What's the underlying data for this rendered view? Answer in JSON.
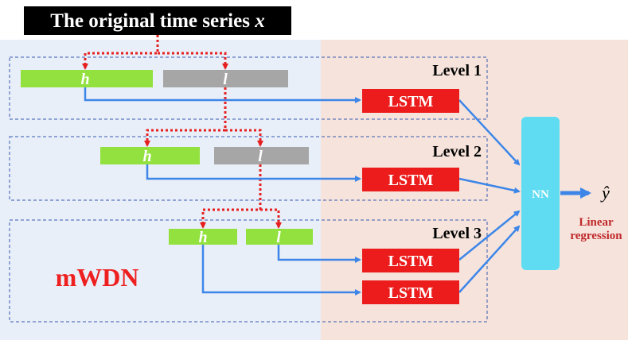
{
  "header": {
    "title_prefix": "The original time series ",
    "title_var": "x"
  },
  "levels": [
    {
      "label": "Level 1",
      "h": "h",
      "l": "l",
      "lstm": "LSTM"
    },
    {
      "label": "Level 2",
      "h": "h",
      "l": "l",
      "lstm": "LSTM"
    },
    {
      "label": "Level 3",
      "h": "h",
      "l": "l",
      "lstm_l": "LSTM",
      "lstm_h": "LSTM"
    }
  ],
  "nn": {
    "label": "NN",
    "output": "ŷ",
    "note_line1": "Linear",
    "note_line2": "regression"
  },
  "model_name": "mWDN",
  "colors": {
    "left_bg": "#e9eff9",
    "right_bg": "#f6e4dc",
    "h_block": "#92e13f",
    "l_block": "#a6a6a6",
    "lstm": "#ec1c1c",
    "nn": "#5fdcf2",
    "arrow_blue": "#3d86e8",
    "split_red": "#e62020",
    "level_border": "#3558b0",
    "title_bg": "#000000",
    "mwdn_text": "#ee1f1f",
    "regression_text": "#c0282a"
  }
}
